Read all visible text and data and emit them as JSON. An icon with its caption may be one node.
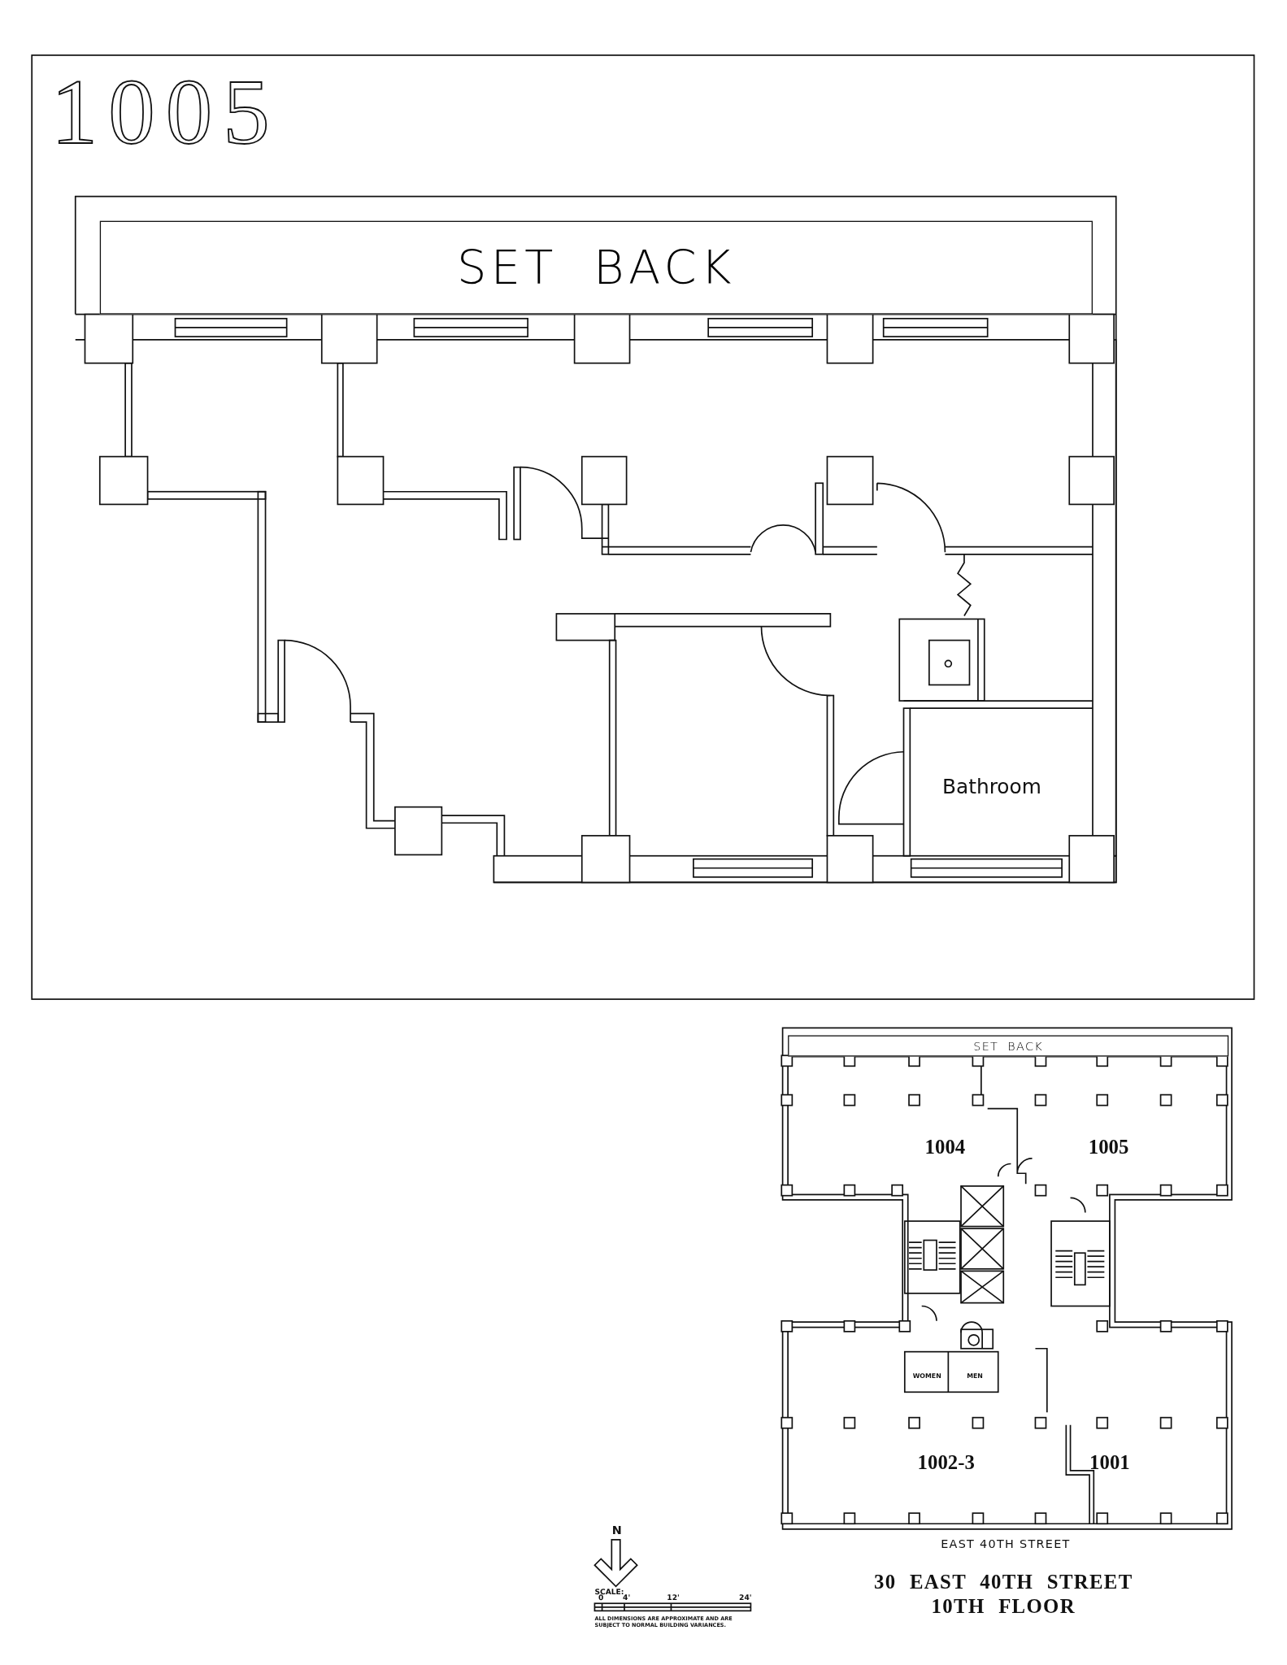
{
  "diagram": {
    "title": "1005",
    "caption": "30 EAST 40TH STREET 10TH FLOOR",
    "nodes": [
      {
        "text": [
          "SET BACK"
        ]
      },
      {
        "text": [
          "Bathroom"
        ]
      },
      {
        "text": [
          "SET BACK"
        ]
      },
      {
        "text": [
          "1004"
        ]
      },
      {
        "text": [
          "1005"
        ]
      },
      {
        "text": [
          "WOMEN"
        ]
      },
      {
        "text": [
          "MEN"
        ]
      },
      {
        "text": [
          "1002-3"
        ]
      },
      {
        "text": [
          "1001"
        ]
      }
    ],
    "labels": [
      "EAST 40TH STREET",
      "N",
      "SCALE:",
      "0",
      "4'",
      "12'",
      "24'",
      "ALL DIMENSIONS ARE APPROXIMATE AND ARE SUBJECT TO NORMAL BUILDING VARIANCES."
    ]
  }
}
